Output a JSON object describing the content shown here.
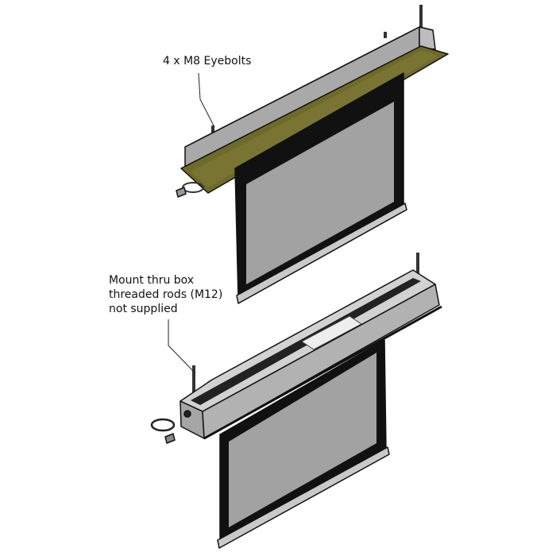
{
  "diagram": {
    "callouts": [
      {
        "id": "eyebolts",
        "lines": [
          "4 x M8 Eyebolts"
        ]
      },
      {
        "id": "threaded-rods",
        "lines": [
          "Mount thru box",
          "threaded rods (M12)",
          "not supplied"
        ]
      }
    ],
    "colors": {
      "box_gray": "#a9a9a9",
      "panel_olive": "#6f6a2a",
      "screen_gray": "#a2a2a2",
      "frame_black": "#111111"
    }
  }
}
